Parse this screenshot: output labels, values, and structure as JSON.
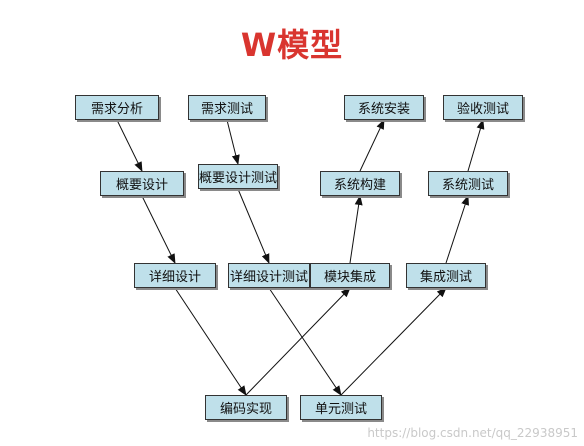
{
  "title": "W模型",
  "colors": {
    "title": "#d9352f",
    "box_fill": "#bfe0ea",
    "box_border": "#333333",
    "arrow": "#111111"
  },
  "nodes": {
    "req_analysis": "需求分析",
    "req_test": "需求测试",
    "sys_install": "系统安装",
    "acceptance_test": "验收测试",
    "outline_design": "概要设计",
    "outline_design_test": "概要设计测试",
    "sys_build": "系统构建",
    "sys_test": "系统测试",
    "detail_design": "详细设计",
    "detail_design_test": "详细设计测试",
    "module_integration": "模块集成",
    "integration_test": "集成测试",
    "coding": "编码实现",
    "unit_test": "单元测试"
  },
  "edges": [
    [
      "req_analysis",
      "outline_design"
    ],
    [
      "outline_design",
      "detail_design"
    ],
    [
      "detail_design",
      "coding"
    ],
    [
      "req_test",
      "outline_design_test"
    ],
    [
      "outline_design_test",
      "detail_design_test"
    ],
    [
      "detail_design_test",
      "unit_test"
    ],
    [
      "coding",
      "module_integration"
    ],
    [
      "module_integration",
      "sys_build"
    ],
    [
      "sys_build",
      "sys_install"
    ],
    [
      "unit_test",
      "integration_test"
    ],
    [
      "integration_test",
      "sys_test"
    ],
    [
      "sys_test",
      "acceptance_test"
    ]
  ],
  "watermark": "https://blog.csdn.net/qq_22938951"
}
